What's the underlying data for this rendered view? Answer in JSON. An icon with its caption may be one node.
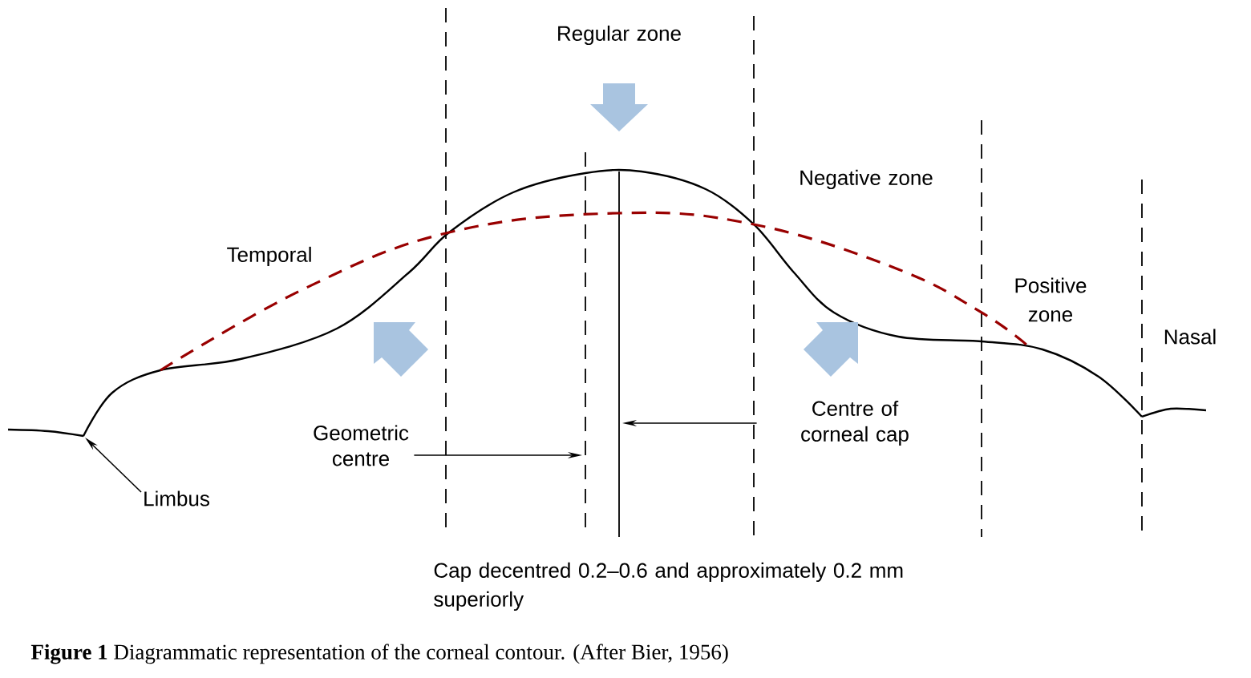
{
  "diagram": {
    "caption": "**Figure 1** Diagrammatic representation of the corneal contour. (After Bier, 1956)",
    "nodes": [
      {
        "text": [
          "Limbus"
        ]
      },
      {
        "text": [
          "Geometric centre"
        ]
      },
      {
        "text": [
          "Centre of corneal cap"
        ]
      }
    ],
    "edges": [
      {
        "from": 0,
        "to": null,
        "arrow": "to"
      },
      {
        "from": 1,
        "to": null,
        "arrow": "to"
      },
      {
        "from": 2,
        "to": null,
        "arrow": "to"
      }
    ],
    "labels": [
      "Regular zone",
      "Temporal",
      "Negative zone",
      "Positive zone",
      "Nasal",
      "Cap decentred 0.2–0.6 and approximately 0.2 mm superiorly"
    ]
  }
}
